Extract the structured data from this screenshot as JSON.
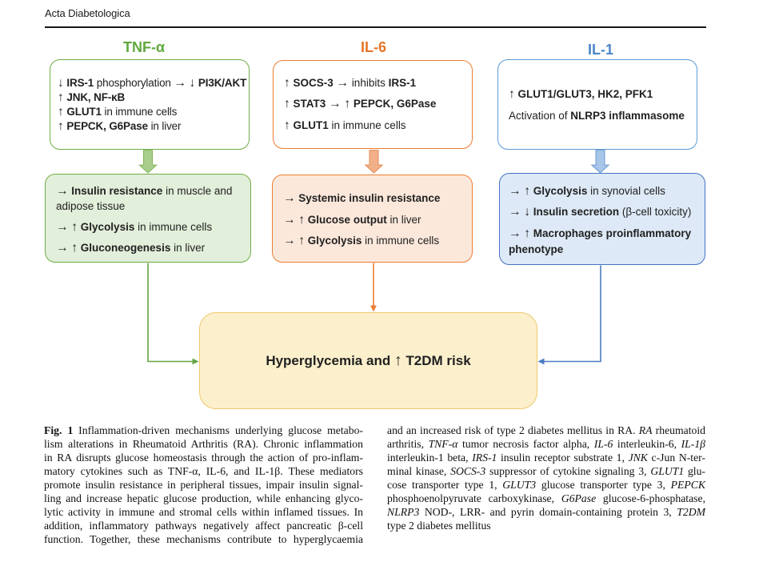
{
  "header": {
    "journal": "Acta Diabetologica",
    "rule_color": "#161616"
  },
  "diagram": {
    "columns": [
      {
        "id": "tnf-alpha",
        "title": "TNF-α",
        "title_color": "#61A83D",
        "border_color": "#70AD47",
        "box2_border_color": "#70AD47",
        "box2_fill": "#E2EFDA",
        "arrow_fill": "#A9CE8C",
        "arrow_stroke": "#82B55C",
        "connector_color": "#64A544",
        "box1_lines": [
          [
            {
              "t": "↓ IRS-1",
              "b": true
            },
            {
              "t": " phosphorylation "
            },
            {
              "t": "→ ↓ PI3K/AKT",
              "b": true
            }
          ],
          [
            {
              "t": "↑ JNK, NF-κB",
              "b": true
            }
          ],
          [
            {
              "t": "↑ GLUT1",
              "b": true
            },
            {
              "t": " in immune cells"
            }
          ],
          [
            {
              "t": "↑ PEPCK, G6Pase",
              "b": true
            },
            {
              "t": " in liver"
            }
          ]
        ],
        "box2_lines": [
          [
            {
              "t": "→ Insulin resistance",
              "b": true
            },
            {
              "t": " in muscle and"
            },
            {
              "br": true
            },
            {
              "t": "adipose tissue"
            }
          ],
          [
            {
              "t": "→ ↑ Glycolysis",
              "b": true
            },
            {
              "t": " in immune cells"
            }
          ],
          [
            {
              "t": "→ ↑ Gluconeogenesis",
              "b": true
            },
            {
              "t": " in liver"
            }
          ]
        ]
      },
      {
        "id": "il-6",
        "title": "IL-6",
        "title_color": "#E4762A",
        "border_color": "#ED7D31",
        "box2_border_color": "#ED7D31",
        "box2_fill": "#FBE8DB",
        "arrow_fill": "#F2B089",
        "arrow_stroke": "#E08C52",
        "connector_color": "#ED7D31",
        "box1_lines": [
          [
            {
              "t": "↑ SOCS-3 → ",
              "b": true
            },
            {
              "t": "inhibits "
            },
            {
              "t": "IRS-1",
              "b": true
            }
          ],
          [
            {
              "t": "↑ STAT3 → ↑ PEPCK, G6Pase",
              "b": true
            }
          ],
          [
            {
              "t": "↑ GLUT1",
              "b": true
            },
            {
              "t": " in immune cells"
            }
          ]
        ],
        "box2_lines": [
          [
            {
              "t": "→ Systemic insulin resistance",
              "b": true
            }
          ],
          [
            {
              "t": "→ ↑ Glucose output",
              "b": true
            },
            {
              "t": " in liver"
            }
          ],
          [
            {
              "t": "→ ↑ Glycolysis",
              "b": true
            },
            {
              "t": " in immune cells"
            }
          ]
        ]
      },
      {
        "id": "il-1",
        "title": "IL-1",
        "title_color": "#4A86C8",
        "border_color": "#5B9BD5",
        "box2_border_color": "#4472C4",
        "box2_fill": "#DDE9F6",
        "arrow_fill": "#A6C5E8",
        "arrow_stroke": "#6D9BD0",
        "connector_color": "#4A7CC0",
        "box1_lines": [
          [
            {
              "t": "↑ GLUT1/GLUT3, HK2, PFK1",
              "b": true
            }
          ],
          [
            {
              "t": "Activation of "
            },
            {
              "t": "NLRP3 inflammasome",
              "b": true
            }
          ]
        ],
        "box2_lines": [
          [
            {
              "t": "→ ↑ Glycolysis",
              "b": true
            },
            {
              "t": " in synovial cells"
            }
          ],
          [
            {
              "t": "→ ↓ Insulin secretion",
              "b": true
            },
            {
              "t": " (β-cell toxicity)"
            }
          ],
          [
            {
              "t": "→ ↑ Macrophages proinflammatory",
              "b": true
            },
            {
              "br": true
            },
            {
              "t": "phenotype",
              "b": true
            }
          ]
        ]
      }
    ],
    "outcome": {
      "fill": "#FCF0CC",
      "border_color": "#EFC86B",
      "lines": [
        [
          {
            "t": "Hyperglycemia and ↑ T2DM risk",
            "b": true
          }
        ]
      ]
    }
  },
  "caption": {
    "left_lines": [
      [
        {
          "t": "Fig. 1",
          "b": true
        },
        {
          "t": " Inflammation-driven mechanisms underlying glucose metabo-"
        }
      ],
      [
        {
          "t": "lism alterations in Rheumatoid Arthritis (RA). Chronic inflammation"
        }
      ],
      [
        {
          "t": "in RA disrupts glucose homeostasis through the action of pro-inflam-"
        }
      ],
      [
        {
          "t": "matory cytokines such as TNF-α, IL-6, and IL-1β. These mediators"
        }
      ],
      [
        {
          "t": "promote insulin resistance in peripheral tissues, impair insulin signal-"
        }
      ],
      [
        {
          "t": "ling and increase hepatic glucose production, while enhancing glyco-"
        }
      ],
      [
        {
          "t": "lytic activity in immune and stromal cells within inflamed tissues. In"
        }
      ],
      [
        {
          "t": "addition, inflammatory pathways negatively affect pancreatic β-cell"
        }
      ],
      [
        {
          "t": "function. Together, these mechanisms contribute to hyperglycaemia"
        }
      ]
    ],
    "right_lines": [
      [
        {
          "t": "and an increased risk of type 2 diabetes mellitus in RA. "
        },
        {
          "t": "RA",
          "i": true
        },
        {
          "t": " rheumatoid"
        }
      ],
      [
        {
          "t": "arthritis, "
        },
        {
          "t": "TNF-α",
          "i": true
        },
        {
          "t": " tumor necrosis factor alpha, "
        },
        {
          "t": "IL-6",
          "i": true
        },
        {
          "t": " interleukin-6, "
        },
        {
          "t": "IL-1β",
          "i": true
        }
      ],
      [
        {
          "t": "interleukin-1 beta, "
        },
        {
          "t": "IRS-1",
          "i": true
        },
        {
          "t": " insulin receptor substrate 1, "
        },
        {
          "t": "JNK",
          "i": true
        },
        {
          "t": " c-Jun N-ter-"
        }
      ],
      [
        {
          "t": "minal kinase, "
        },
        {
          "t": "SOCS-3",
          "i": true
        },
        {
          "t": " suppressor of cytokine signaling 3, "
        },
        {
          "t": "GLUT1",
          "i": true
        },
        {
          "t": " glu-"
        }
      ],
      [
        {
          "t": "cose transporter type 1, "
        },
        {
          "t": "GLUT3",
          "i": true
        },
        {
          "t": " glucose transporter type 3, "
        },
        {
          "t": "PEPCK",
          "i": true
        }
      ],
      [
        {
          "t": "phosphoenolpyruvate carboxykinase, "
        },
        {
          "t": "G6Pase",
          "i": true
        },
        {
          "t": " glucose-6-phosphatase,"
        }
      ],
      [
        {
          "t": "NLRP3",
          "i": true
        },
        {
          "t": " NOD-, LRR- and pyrin domain-containing protein 3, "
        },
        {
          "t": "T2DM",
          "i": true
        }
      ],
      [
        {
          "t": "type 2 diabetes mellitus"
        }
      ]
    ]
  }
}
